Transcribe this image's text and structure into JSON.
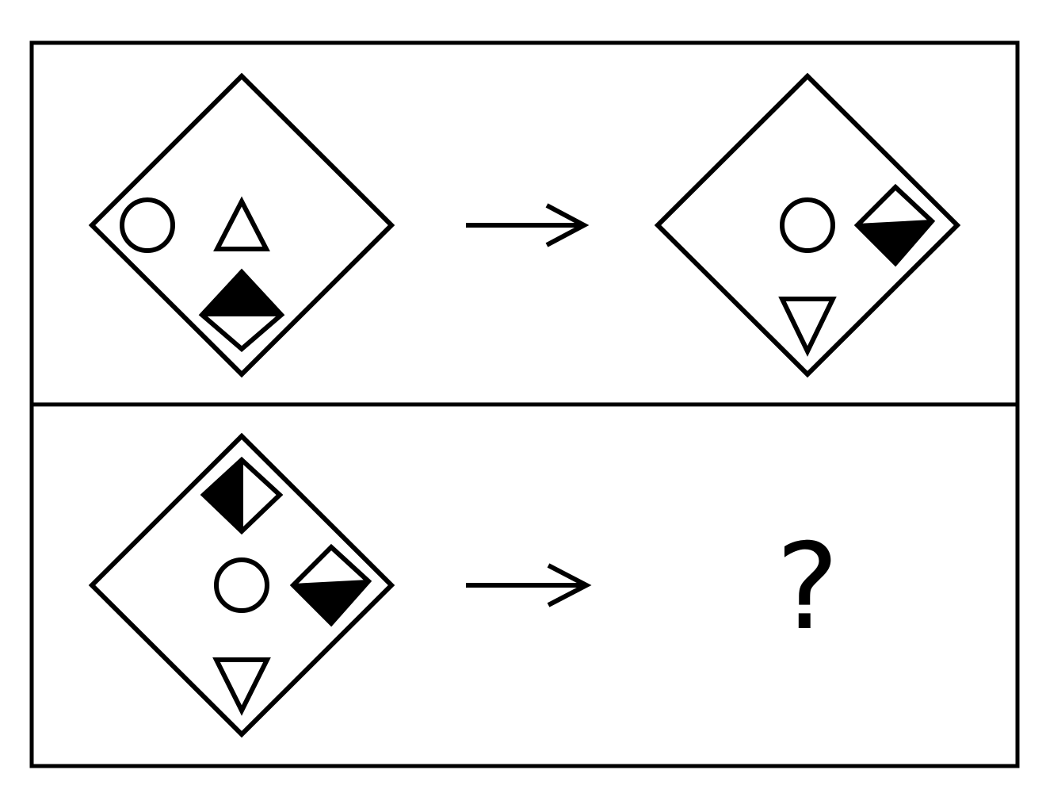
{
  "puzzle": {
    "rows": [
      {
        "left_figure": {
          "outer": "diamond-outline",
          "elements": [
            "circle",
            "triangle-up",
            "half-filled-diamond"
          ]
        },
        "arrow": "right-arrow-icon",
        "right_figure": {
          "outer": "diamond-outline",
          "elements": [
            "circle",
            "half-filled-diamond",
            "triangle-down"
          ]
        }
      },
      {
        "left_figure": {
          "outer": "diamond-outline",
          "elements": [
            "half-filled-diamond",
            "circle",
            "half-filled-diamond",
            "triangle-down"
          ]
        },
        "arrow": "right-arrow-icon",
        "answer_placeholder": "?"
      }
    ],
    "colors": {
      "stroke": "#000000",
      "fill": "#000000",
      "background": "#ffffff"
    }
  }
}
